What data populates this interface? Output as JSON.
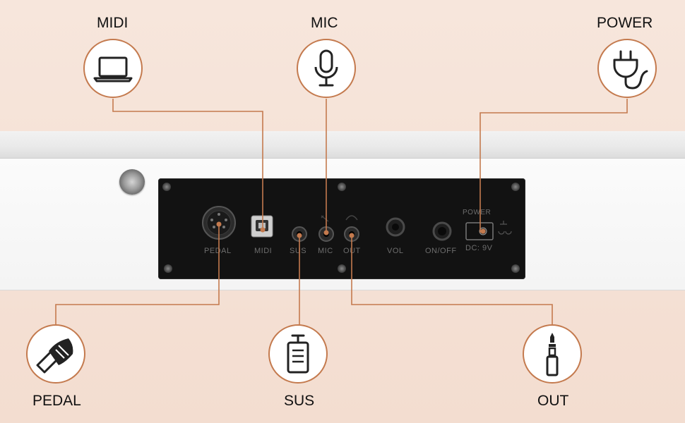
{
  "callouts": {
    "midi": "MIDI",
    "mic": "MIC",
    "power": "POWER",
    "pedal": "PEDAL",
    "sus": "SUS",
    "out": "OUT"
  },
  "panel_labels": {
    "pedal": "PEDAL",
    "midi": "MIDI",
    "sus": "SUS",
    "mic": "MIC",
    "out": "OUT",
    "vol": "VOL",
    "on_off": "ON/OFF",
    "power": "POWER",
    "dc": "DC: 9V"
  },
  "icons": {
    "midi": "laptop-icon",
    "mic": "microphone-icon",
    "power": "plug-icon",
    "pedal": "pedal-foot-icon",
    "sus": "sustain-pedal-icon",
    "out": "audio-jack-icon"
  },
  "colors": {
    "accent": "#c47a4e",
    "panel": "#121212"
  }
}
